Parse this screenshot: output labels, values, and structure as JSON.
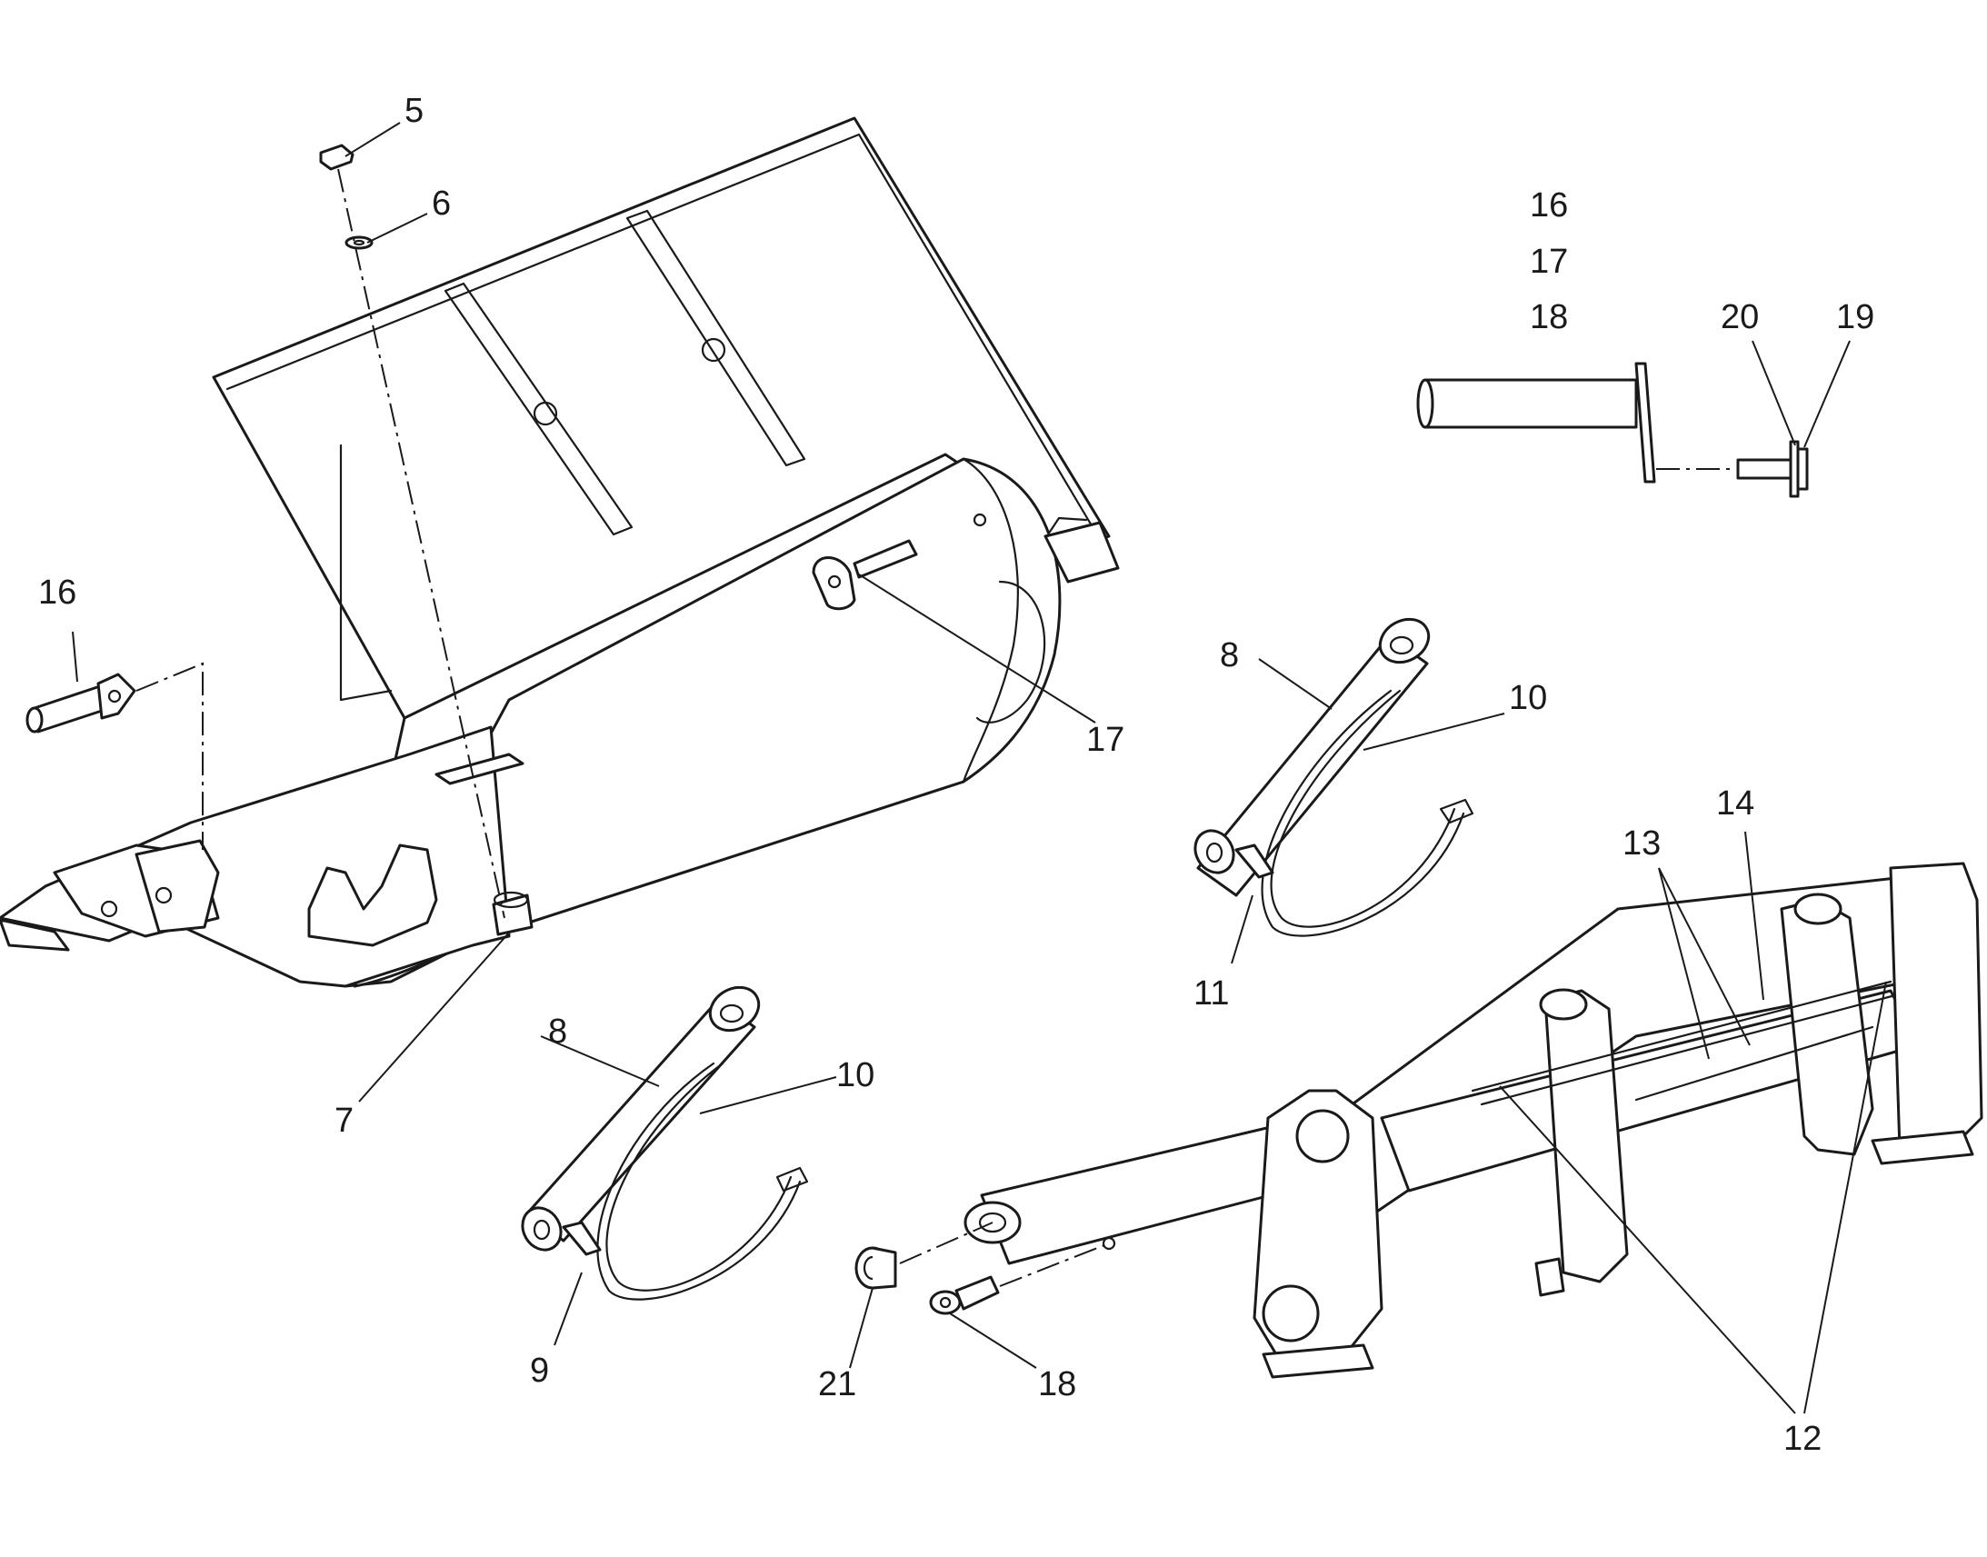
{
  "callouts": {
    "c5": "5",
    "c6": "6",
    "c7": "7",
    "c8a": "8",
    "c10a": "10",
    "c9": "9",
    "c8b": "8",
    "c10b": "10",
    "c11": "11",
    "c16": "16",
    "c17": "17",
    "c18": "18",
    "c21": "21",
    "c13": "13",
    "c14": "14",
    "c12": "12",
    "k16": "16",
    "k17": "17",
    "k18": "18",
    "k20": "20",
    "k19": "19"
  }
}
